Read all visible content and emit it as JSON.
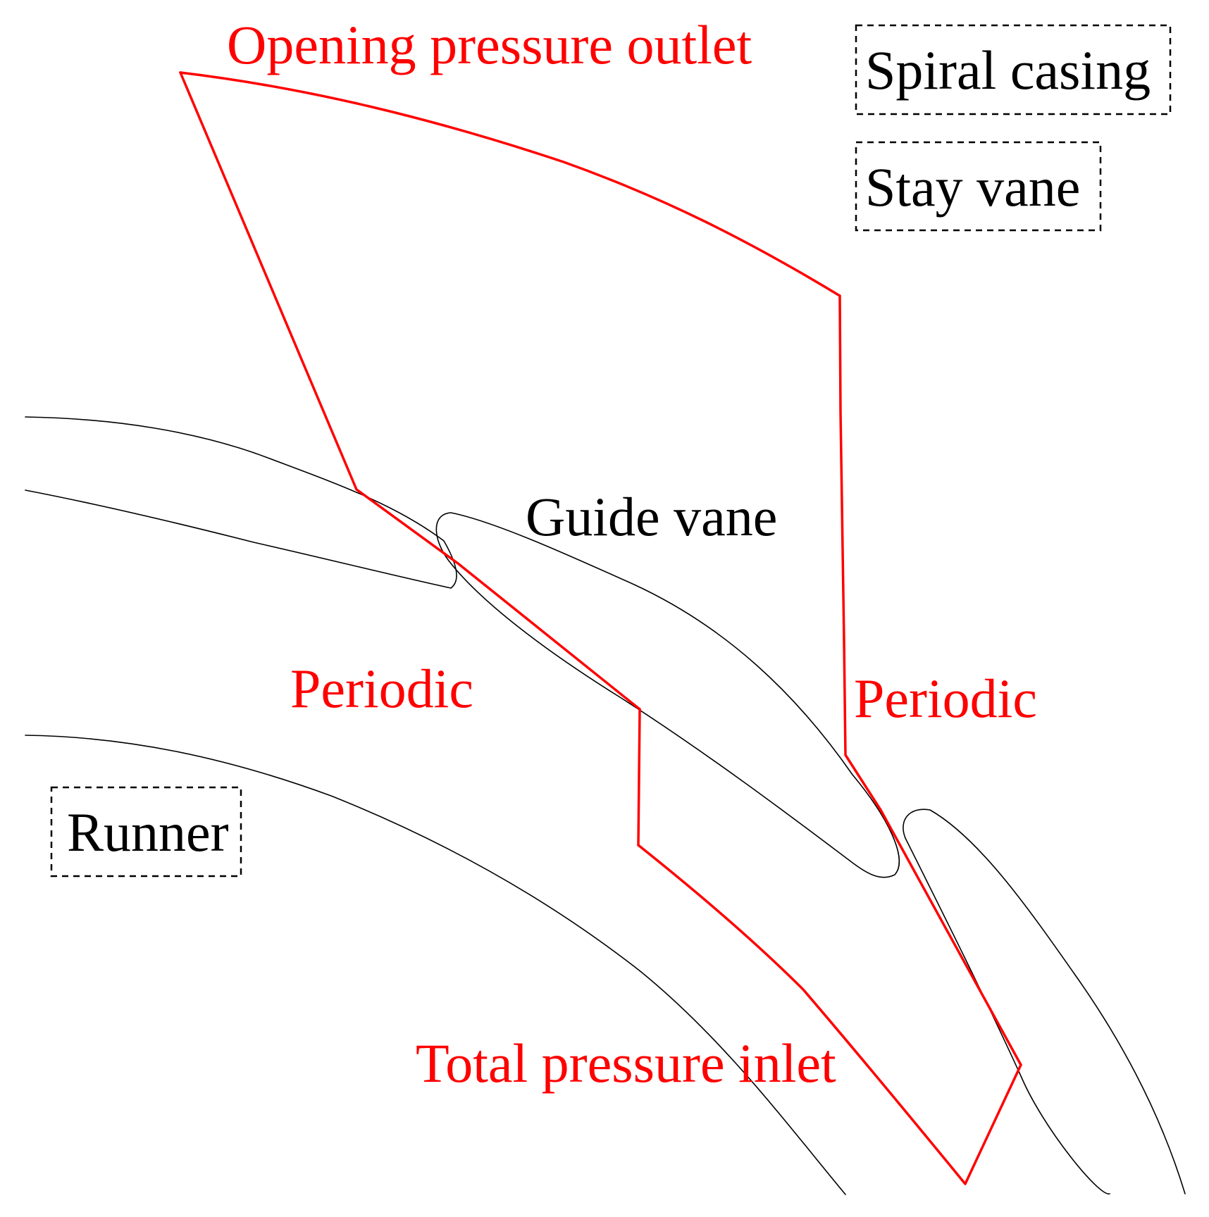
{
  "labels": {
    "opening_pressure_outlet": "Opening pressure outlet",
    "guide_vane": "Guide vane",
    "periodic_left": "Periodic",
    "periodic_right": "Periodic",
    "total_pressure_inlet": "Total pressure inlet",
    "spiral_casing": "Spiral casing",
    "stay_vane": "Stay vane",
    "runner": "Runner"
  },
  "colors": {
    "boundary": "#ff0000",
    "geometry": "#000000",
    "background": "#ffffff"
  }
}
